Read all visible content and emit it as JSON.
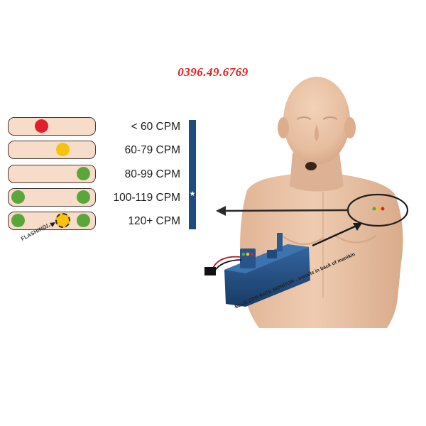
{
  "phone": "0396.49.6769",
  "rows": [
    {
      "label": "< 60 CPM",
      "leds": [
        "red"
      ]
    },
    {
      "label": "60-79 CPM",
      "leds": [
        "yellow"
      ]
    },
    {
      "label": "80-99 CPM",
      "leds": [
        "green"
      ]
    },
    {
      "label": "100-119 CPM",
      "leds": [
        "green",
        "green"
      ]
    },
    {
      "label": "120+ CPM",
      "leds": [
        "green",
        "yellow-flashing",
        "green"
      ]
    }
  ],
  "target_marker": "★",
  "flashing_label": "FLASHING!",
  "monitor_label": "BLUE CPR RATE MONITOR - installs in back of manikin",
  "colors": {
    "red": "#e11f2b",
    "yellow": "#f7c20d",
    "green": "#5aa63a",
    "bar": "#1e4c7e",
    "pill": "#f6dcc9",
    "skin": "#e9c3a6",
    "monitor": "#1f4a7c"
  },
  "icons": [
    "manikin-image",
    "rate-monitor-device",
    "arrow-icon"
  ]
}
